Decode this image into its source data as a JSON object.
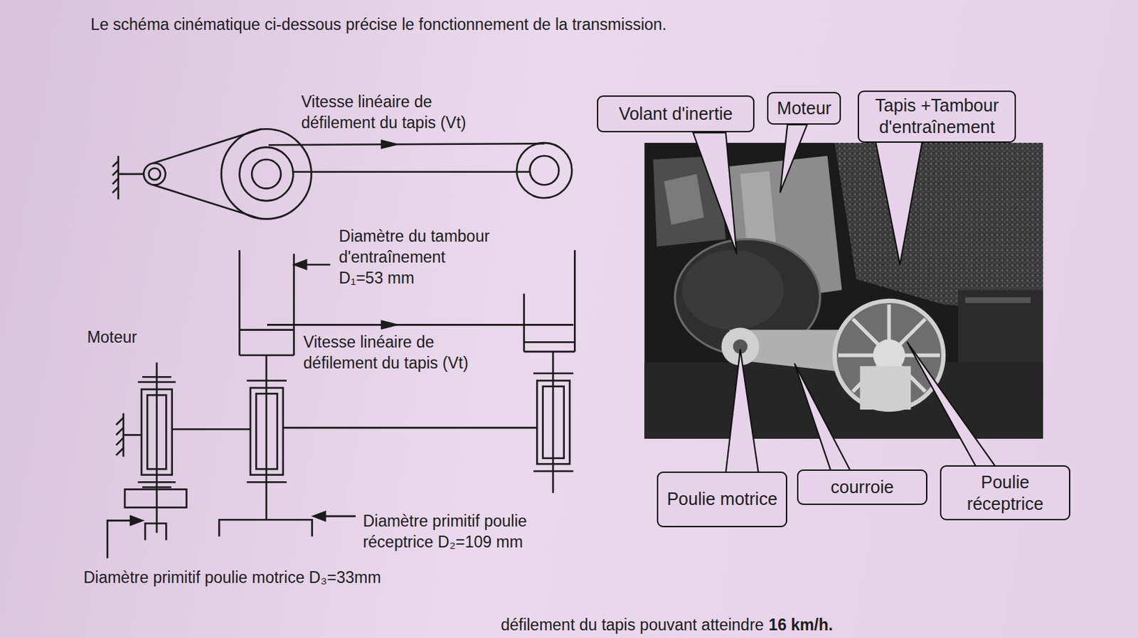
{
  "diagram": {
    "title": "Le schéma cinématique ci-dessous précise le fonctionnement de la transmission.",
    "nodes": [
      {
        "text": [
          "Volant d'inertie"
        ]
      },
      {
        "text": [
          "Moteur"
        ]
      },
      {
        "text": [
          "Tapis +Tambour d'entraînement"
        ]
      },
      {
        "text": [
          "Poulie motrice"
        ]
      },
      {
        "text": [
          "courroie"
        ]
      },
      {
        "text": [
          "Poulie réceptrice"
        ]
      }
    ],
    "labels": [
      "Vitesse linéaire de défilement du tapis (Vt)",
      "Diamètre du tambour d'entraînement D₁=53 mm",
      "Moteur",
      "Vitesse linéaire de défilement du tapis (Vt)",
      "Diamètre primitif poulie réceptrice D₂=109 mm",
      "Diamètre primitif poulie motrice D₃=33mm",
      "défilement du tapis pouvant atteindre",
      "16 km/h."
    ]
  }
}
